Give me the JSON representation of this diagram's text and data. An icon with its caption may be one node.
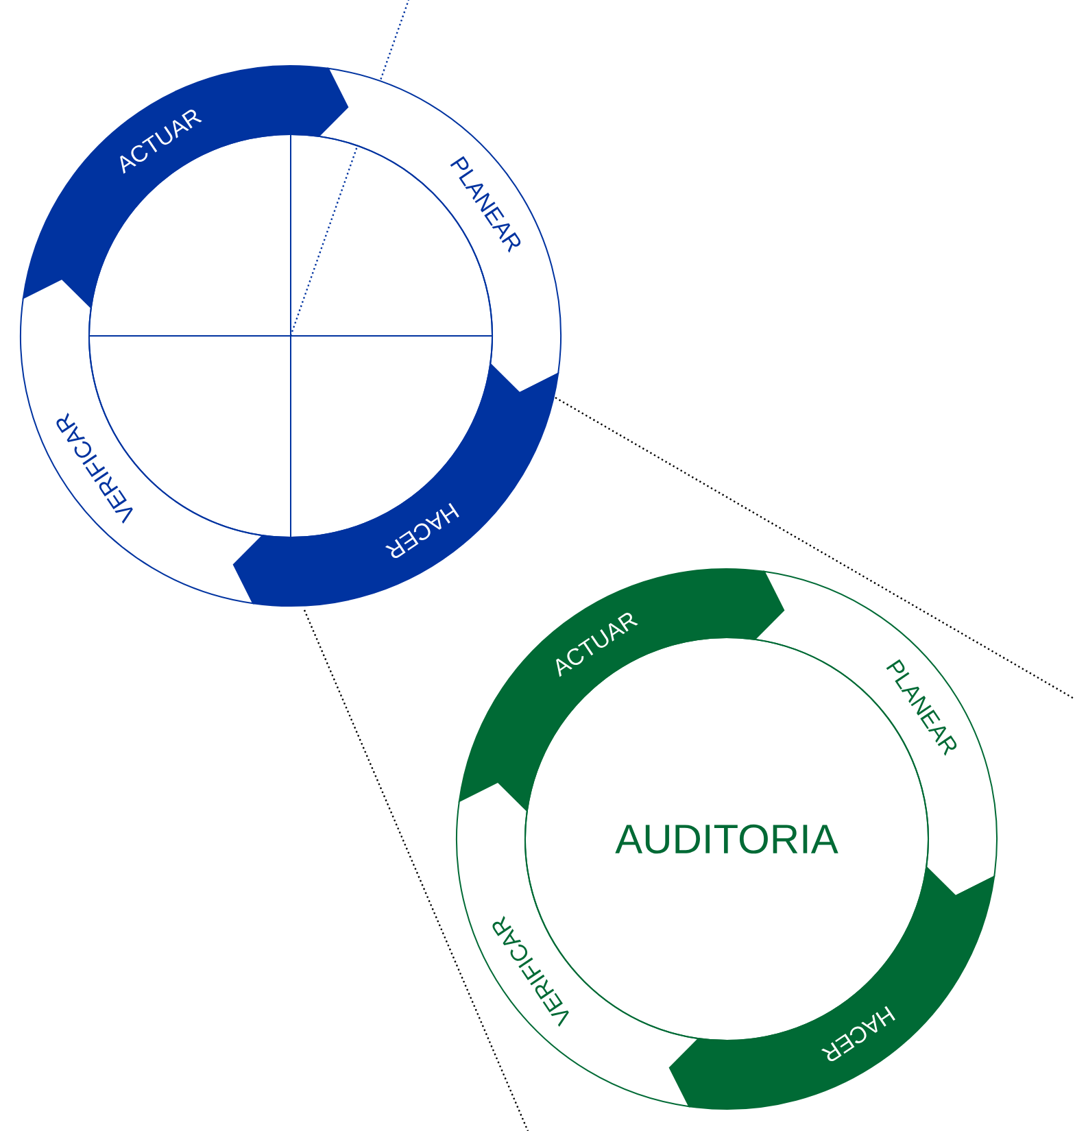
{
  "diagram": {
    "nodes": [
      {
        "text": [
          "ACTUAR"
        ]
      },
      {
        "text": [
          "PLANEAR"
        ]
      },
      {
        "text": [
          "HACER"
        ]
      },
      {
        "text": [
          "VERIFICAR"
        ]
      },
      {
        "text": [],
        "shape": "circle"
      },
      {
        "text": [
          "ACTUAR"
        ]
      },
      {
        "text": [
          "PLANEAR"
        ]
      },
      {
        "text": [
          "HACER"
        ]
      },
      {
        "text": [
          "VERIFICAR"
        ]
      },
      {
        "text": [
          "AUDITORIA"
        ]
      }
    ]
  }
}
